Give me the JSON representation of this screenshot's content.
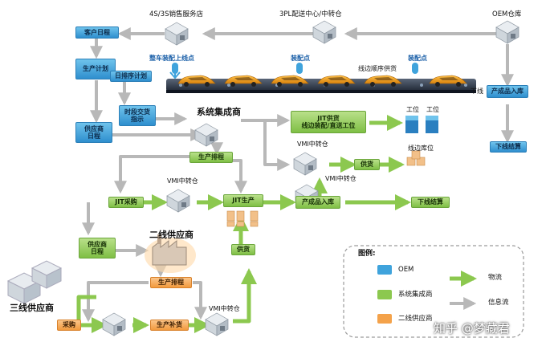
{
  "nodes": {
    "dealer": "4S/3S销售服务店",
    "tpl_center": "3PL配送中心/中转仓",
    "oem_warehouse": "OEM仓库",
    "customer_schedule": "客户日程",
    "production_plan": "生产计划",
    "daily_sequence_plan": "日排序计划",
    "timed_delivery": "时段交货\n指示",
    "supplier_schedule_1": "供应商\n日程",
    "system_integrator": "系统集成商",
    "vehicle_line_point": "整车装配上线点",
    "assembly_point_1": "装配点",
    "assembly_point_2": "装配点",
    "line_side_sequence": "线边顺序供货",
    "offline": "下线",
    "product_in_1": "产成品入库",
    "offline_settle_1": "下线结算",
    "jit_supply": "JIT供货\n线边装配/直送工位",
    "station_1": "工位",
    "station_2": "工位",
    "production_schedule_1": "生产排程",
    "vmi_hub_1": "VMI中转仓",
    "supply_1": "供货",
    "line_side_storage": "线边库位",
    "vmi_hub_2": "VMI中转仓",
    "vmi_hub_3": "VMI中转仓",
    "jit_procurement": "JIT采购",
    "jit_production": "JIT生产",
    "product_in_2": "产成品入库",
    "offline_settle_2": "下线结算",
    "secondary_supplier": "二线供应商",
    "supplier_schedule_2": "供应商\n日程",
    "supply_2": "供货",
    "production_schedule_2": "生产排程",
    "tertiary_supplier": "三线供应商",
    "purchase": "采购",
    "production_replenish": "生产补货",
    "vmi_hub_4": "VMI中转仓"
  },
  "legend": {
    "title": "图例:",
    "oem": "OEM",
    "system_integrator": "系统集成商",
    "secondary_supplier": "二线供应商",
    "logistics": "物流",
    "information_flow": "信息流"
  },
  "watermark": "知乎 @梦藏君",
  "colors": {
    "oem_blue": "#3fa3dc",
    "integrator_green": "#8cc84f",
    "supplier_orange": "#f4a24a",
    "logistics_arrow": "#8cc84f",
    "info_arrow": "#b8b8b8",
    "rail": "#2f3a4a",
    "car": "#f0a020"
  }
}
